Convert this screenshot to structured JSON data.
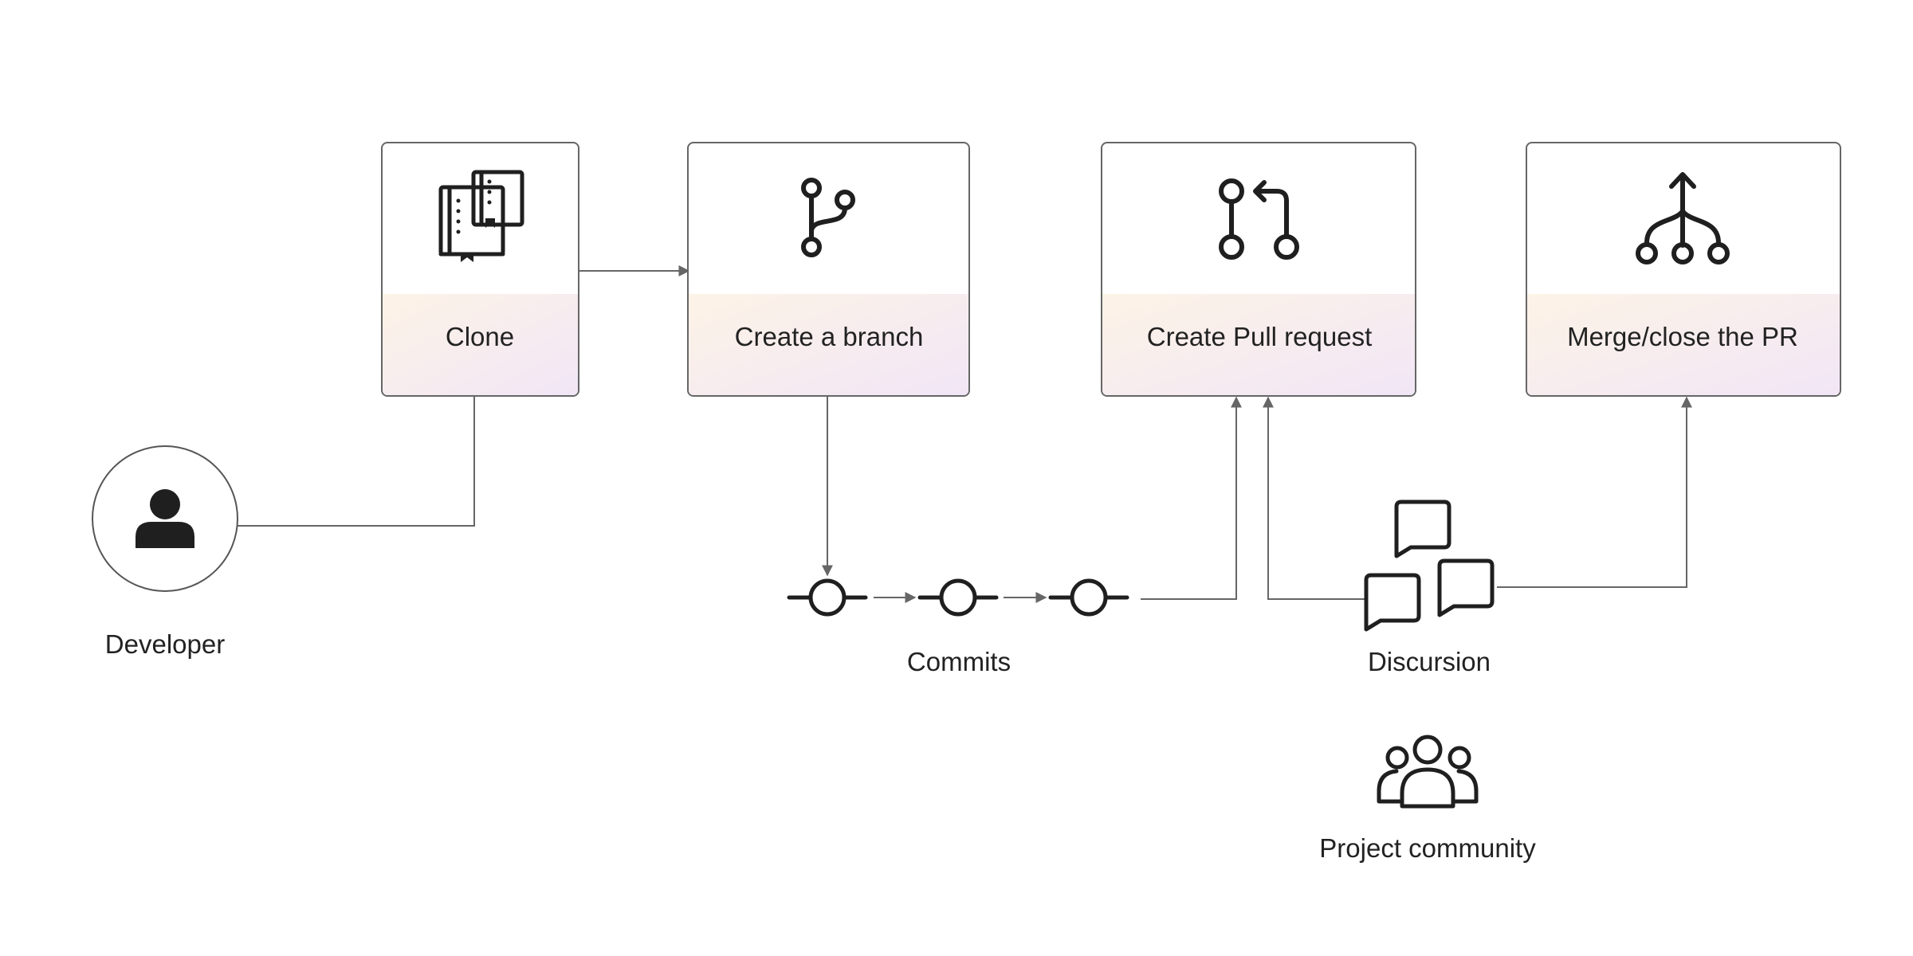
{
  "steps": [
    {
      "id": "clone",
      "label": "Clone",
      "icon": "books-icon"
    },
    {
      "id": "branch",
      "label": "Create a branch",
      "icon": "git-branch-icon"
    },
    {
      "id": "pull_request",
      "label": "Create Pull request",
      "icon": "git-pull-request-icon"
    },
    {
      "id": "merge",
      "label": "Merge/close the PR",
      "icon": "git-merge-icon"
    }
  ],
  "actors": {
    "developer": {
      "label": "Developer",
      "icon": "user-icon"
    },
    "commits": {
      "label": "Commits",
      "icon": "git-commit-icon"
    },
    "discussion": {
      "label": "Discursion",
      "icon": "chat-bubbles-icon"
    },
    "community": {
      "label": "Project community",
      "icon": "people-group-icon"
    }
  },
  "colors": {
    "box_border": "#666666",
    "gradient_start": "#fdf3e6",
    "gradient_end": "#f1e6f6",
    "icon": "#1f1f1f",
    "text": "#222222"
  }
}
